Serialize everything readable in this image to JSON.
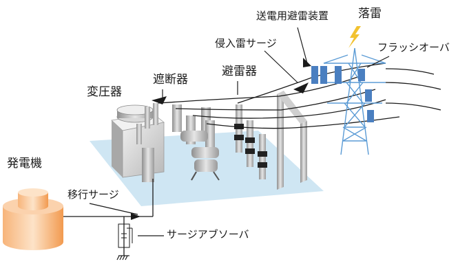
{
  "labels": {
    "lightning_strike": "落雷",
    "tl_arrester": "送電用避雷装置",
    "flashover": "フラッシオーバ",
    "incoming_surge": "侵入雷サージ",
    "arrester": "避雷器",
    "breaker": "遮断器",
    "transformer": "変圧器",
    "generator": "発電機",
    "transfer_surge": "移行サージ",
    "surge_absorber": "サージアブソーバ"
  },
  "colors": {
    "ground_pad": "#cfe6f3",
    "tower": "#5b9bd5",
    "insulator": "#4a7fc0",
    "equipment": "#bdbdbd",
    "generator": "#f5a15a",
    "lightning": "#f2c230",
    "wire": "#1a1a1a"
  }
}
